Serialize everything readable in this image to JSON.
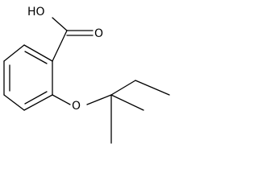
{
  "molecule": {
    "atom_labels": {
      "hydroxyl": "HO",
      "carbonyl_oxygen": "O",
      "ether_oxygen": "O"
    },
    "colors": {
      "bond": "#000000",
      "label": "#000000",
      "background": "#ffffff"
    }
  }
}
